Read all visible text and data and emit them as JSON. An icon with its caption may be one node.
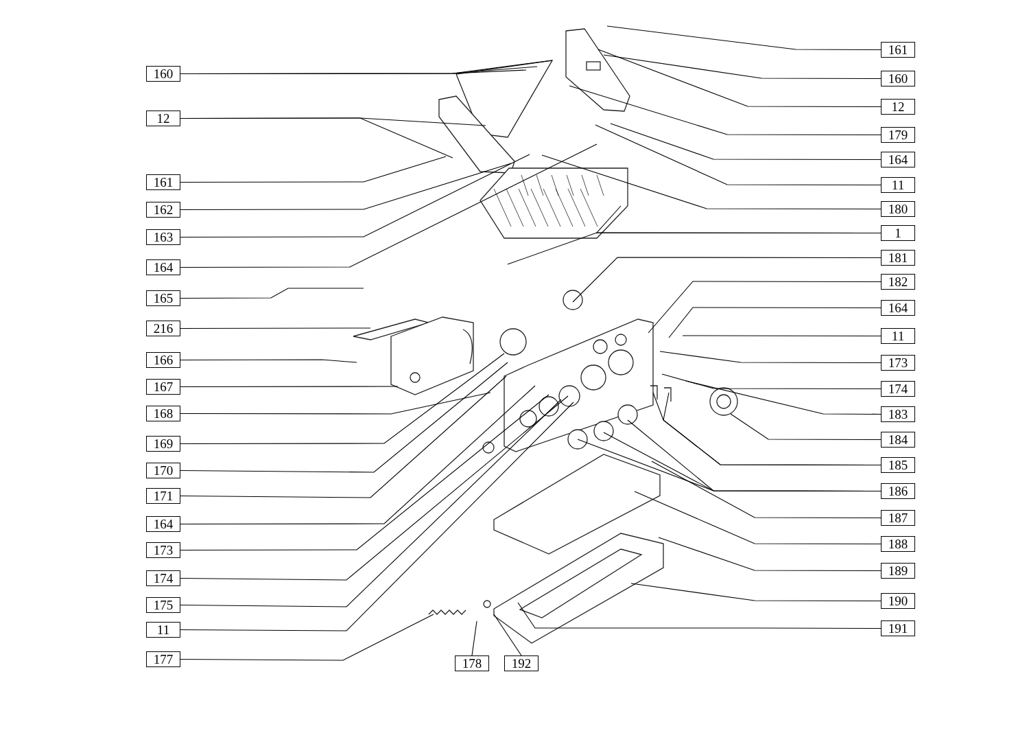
{
  "diagram": {
    "nodes": [
      {
        "text": [
          "160"
        ]
      },
      {
        "text": [
          "12"
        ]
      },
      {
        "text": [
          "161"
        ]
      },
      {
        "text": [
          "162"
        ]
      },
      {
        "text": [
          "163"
        ]
      },
      {
        "text": [
          "164"
        ]
      },
      {
        "text": [
          "165"
        ]
      },
      {
        "text": [
          "216"
        ]
      },
      {
        "text": [
          "166"
        ]
      },
      {
        "text": [
          "167"
        ]
      },
      {
        "text": [
          "168"
        ]
      },
      {
        "text": [
          "169"
        ]
      },
      {
        "text": [
          "170"
        ]
      },
      {
        "text": [
          "171"
        ]
      },
      {
        "text": [
          "164"
        ]
      },
      {
        "text": [
          "173"
        ]
      },
      {
        "text": [
          "174"
        ]
      },
      {
        "text": [
          "175"
        ]
      },
      {
        "text": [
          "11"
        ]
      },
      {
        "text": [
          "177"
        ]
      },
      {
        "text": [
          "161"
        ]
      },
      {
        "text": [
          "160"
        ]
      },
      {
        "text": [
          "12"
        ]
      },
      {
        "text": [
          "179"
        ]
      },
      {
        "text": [
          "164"
        ]
      },
      {
        "text": [
          "11"
        ]
      },
      {
        "text": [
          "180"
        ]
      },
      {
        "text": [
          "1"
        ]
      },
      {
        "text": [
          "181"
        ]
      },
      {
        "text": [
          "182"
        ]
      },
      {
        "text": [
          "164"
        ]
      },
      {
        "text": [
          "11"
        ]
      },
      {
        "text": [
          "173"
        ]
      },
      {
        "text": [
          "174"
        ]
      },
      {
        "text": [
          "183"
        ]
      },
      {
        "text": [
          "184"
        ]
      },
      {
        "text": [
          "185"
        ]
      },
      {
        "text": [
          "186"
        ]
      },
      {
        "text": [
          "187"
        ]
      },
      {
        "text": [
          "188"
        ]
      },
      {
        "text": [
          "189"
        ]
      },
      {
        "text": [
          "190"
        ]
      },
      {
        "text": [
          "191"
        ]
      },
      {
        "text": [
          "178"
        ]
      },
      {
        "text": [
          "192"
        ]
      }
    ],
    "edges": [
      {
        "from": 0,
        "to": null,
        "arrow": "none"
      },
      {
        "from": 0,
        "to": null,
        "arrow": "none"
      },
      {
        "from": 0,
        "to": null,
        "arrow": "none"
      },
      {
        "from": 1,
        "to": null,
        "arrow": "none"
      },
      {
        "from": 1,
        "to": null,
        "arrow": "none"
      },
      {
        "from": 2,
        "to": null,
        "arrow": "none"
      },
      {
        "from": 3,
        "to": null,
        "arrow": "none"
      },
      {
        "from": 4,
        "to": null,
        "arrow": "none"
      },
      {
        "from": 5,
        "to": null,
        "arrow": "none"
      },
      {
        "from": 6,
        "to": null,
        "arrow": "none"
      },
      {
        "from": 7,
        "to": null,
        "arrow": "none"
      },
      {
        "from": 8,
        "to": null,
        "arrow": "none"
      },
      {
        "from": 9,
        "to": null,
        "arrow": "none"
      },
      {
        "from": 10,
        "to": null,
        "arrow": "none"
      },
      {
        "from": 11,
        "to": null,
        "arrow": "none"
      },
      {
        "from": 12,
        "to": null,
        "arrow": "none"
      },
      {
        "from": 13,
        "to": null,
        "arrow": "none"
      },
      {
        "from": 14,
        "to": null,
        "arrow": "none"
      },
      {
        "from": 15,
        "to": null,
        "arrow": "none"
      },
      {
        "from": 16,
        "to": null,
        "arrow": "none"
      },
      {
        "from": 17,
        "to": null,
        "arrow": "none"
      },
      {
        "from": 18,
        "to": null,
        "arrow": "none"
      },
      {
        "from": 19,
        "to": null,
        "arrow": "none"
      },
      {
        "from": 20,
        "to": null,
        "arrow": "none"
      },
      {
        "from": 21,
        "to": null,
        "arrow": "none"
      },
      {
        "from": 22,
        "to": null,
        "arrow": "none"
      },
      {
        "from": 23,
        "to": null,
        "arrow": "none"
      },
      {
        "from": 24,
        "to": null,
        "arrow": "none"
      },
      {
        "from": 25,
        "to": null,
        "arrow": "none"
      },
      {
        "from": 26,
        "to": null,
        "arrow": "none"
      },
      {
        "from": 27,
        "to": null,
        "arrow": "none"
      },
      {
        "from": 27,
        "to": null,
        "arrow": "none"
      },
      {
        "from": 28,
        "to": null,
        "arrow": "none"
      },
      {
        "from": 29,
        "to": null,
        "arrow": "none"
      },
      {
        "from": 30,
        "to": null,
        "arrow": "none"
      },
      {
        "from": 31,
        "to": null,
        "arrow": "none"
      },
      {
        "from": 32,
        "to": null,
        "arrow": "none"
      },
      {
        "from": 33,
        "to": null,
        "arrow": "none"
      },
      {
        "from": 34,
        "to": null,
        "arrow": "none"
      },
      {
        "from": 35,
        "to": null,
        "arrow": "none"
      },
      {
        "from": 36,
        "to": null,
        "arrow": "none"
      },
      {
        "from": 36,
        "to": null,
        "arrow": "none"
      },
      {
        "from": 37,
        "to": null,
        "arrow": "none"
      },
      {
        "from": 37,
        "to": null,
        "arrow": "none"
      },
      {
        "from": 37,
        "to": null,
        "arrow": "none"
      },
      {
        "from": 38,
        "to": null,
        "arrow": "none"
      },
      {
        "from": 39,
        "to": null,
        "arrow": "none"
      },
      {
        "from": 40,
        "to": null,
        "arrow": "none"
      },
      {
        "from": 41,
        "to": null,
        "arrow": "none"
      },
      {
        "from": 42,
        "to": null,
        "arrow": "none"
      },
      {
        "from": 43,
        "to": null,
        "arrow": "none"
      },
      {
        "from": 44,
        "to": null,
        "arrow": "none"
      }
    ]
  }
}
